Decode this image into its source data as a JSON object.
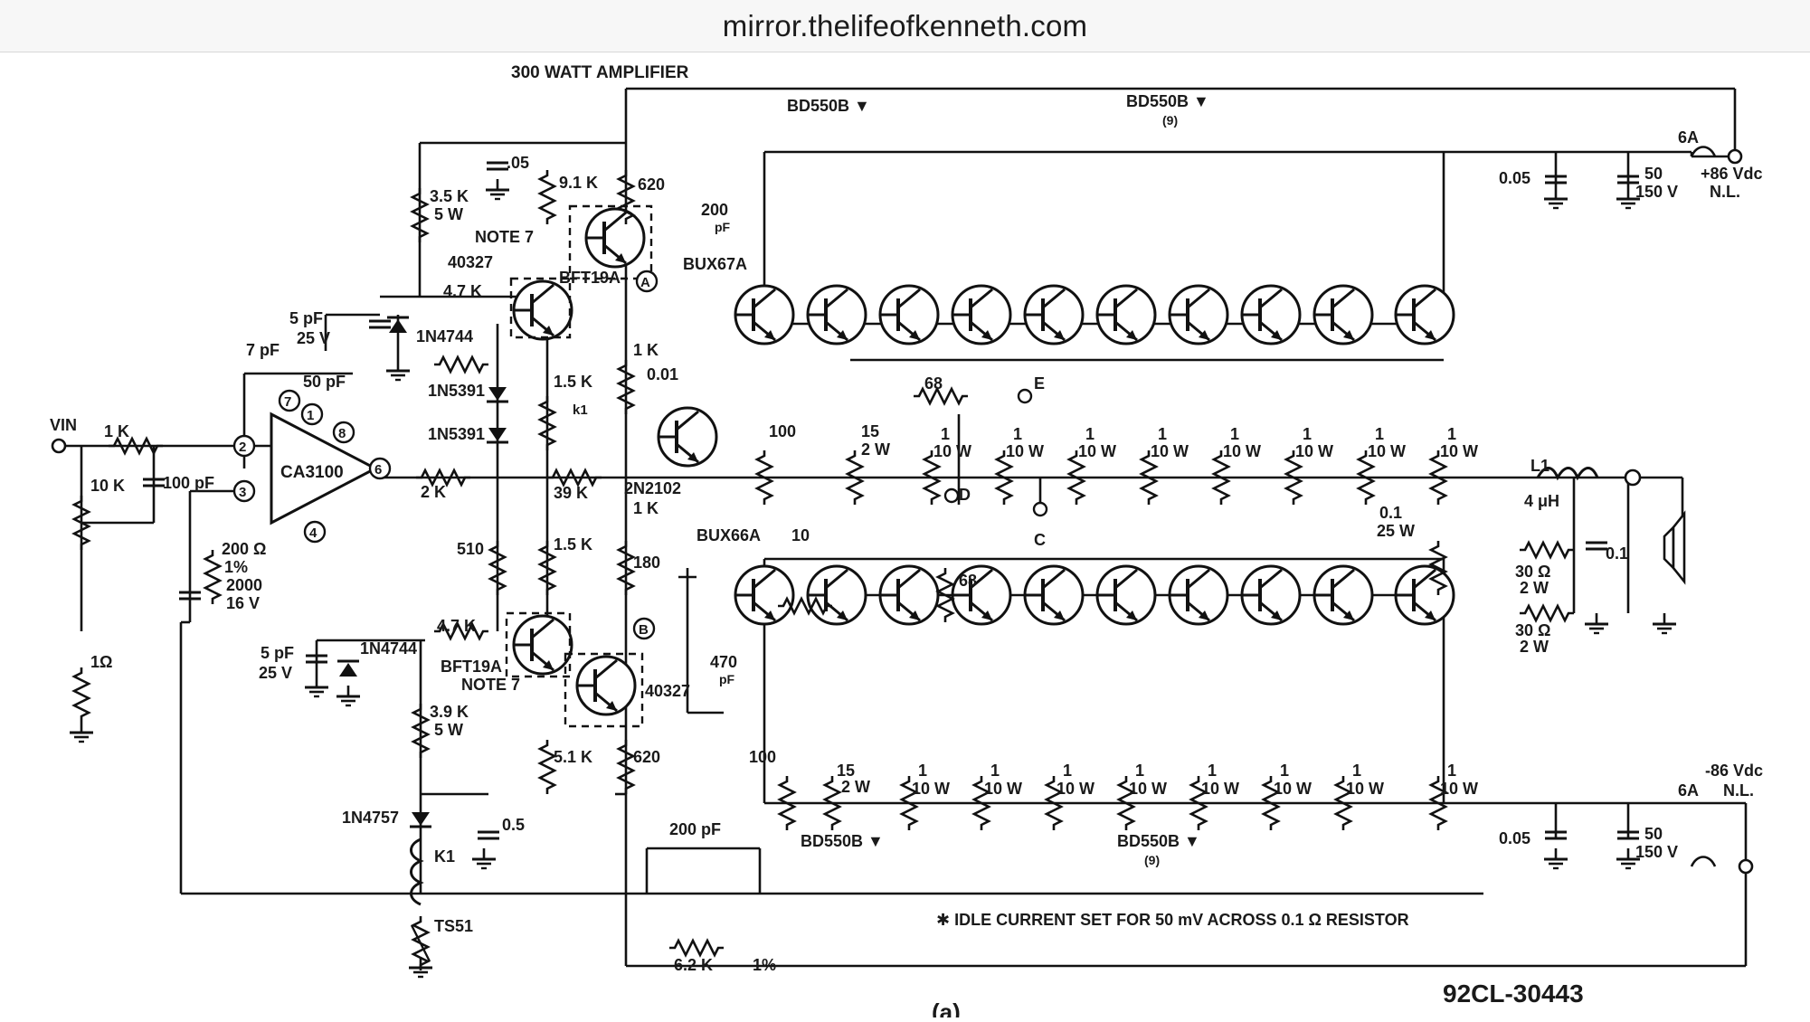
{
  "browser": {
    "address": "mirror.thelifeofkenneth.com"
  },
  "schematic": {
    "title": "300 WATT AMPLIFIER",
    "part_number": "92CL-30443",
    "figure_label": "(a)",
    "footnote": "✱ IDLE CURRENT SET FOR 50 mV ACROSS 0.1 Ω RESISTOR",
    "supply_positive": "+86 Vdc",
    "supply_negative": "-86 Vdc",
    "no_load": "N.L.",
    "fuse_rating": "6A",
    "input_label": "VIN",
    "opamp": "CA3100",
    "opamp_pins": [
      "2",
      "3",
      "4",
      "6",
      "7",
      "1",
      "8"
    ],
    "nodes": [
      "A",
      "B",
      "C",
      "D",
      "E"
    ],
    "transistors": {
      "driver_top": "BUX67A",
      "driver_bottom": "BUX66A",
      "predriver_top": "BFT19A",
      "predriver_bottom": "BFT19A",
      "bias": "2N2102",
      "device_40327_top": "40327",
      "device_40327_bottom": "40327",
      "output_group_top_single": "BD550B ▼",
      "output_group_top_multi": "BD550B ▼",
      "output_group_top_multi_count": "(9)",
      "output_group_bottom_single": "BD550B ▼",
      "output_group_bottom_multi": "BD550B ▼",
      "output_group_bottom_multi_count": "(9)"
    },
    "notes": {
      "top": "NOTE 7",
      "bottom": "NOTE 7"
    },
    "components": {
      "r_in_series": "1 K",
      "r_in_shunt": "10 K",
      "c_in": "100 pF",
      "r_gnd": "1Ω",
      "r_fb_200": "200 Ω",
      "r_fb_tol": "1%",
      "c_2000": "2000",
      "c_2000_v": "16 V",
      "c_7pf": "7 pF",
      "c_50pf": "50 pF",
      "c_5pf_top": "5 pF",
      "c_5pf_top_v": "25 V",
      "c_5pf_bot": "5 pF",
      "c_5pf_bot_v": "25 V",
      "r_3_5k": "3.5 K",
      "r_3_5k_w": "5 W",
      "c_05": ".05",
      "r_9_1k": "9.1 K",
      "r_620_top": "620",
      "r_4_7k_top": "4.7 K",
      "z_1n4744_top": "1N4744",
      "d_1n5391_a": "1N5391",
      "d_1n5391_b": "1N5391",
      "r_1_5k_a": "1.5 K",
      "r_1k_mid": "1 K",
      "c_0_01": "0.01",
      "k1_contact": "k1",
      "r_2k": "2 K",
      "r_39k": "39 K",
      "pot_1k": "1 K",
      "r_510": "510",
      "r_1_5k_b": "1.5 K",
      "r_180": "180",
      "r_4_7k_bot": "4.7 K",
      "z_1n4744_bot": "1N4744",
      "r_3_9k": "3.9 K",
      "r_3_9k_w": "5 W",
      "r_5_1k": "5.1 K",
      "r_620_bot": "620",
      "z_1n4757": "1N4757",
      "c_0_5": "0.5",
      "relay": "K1",
      "thermal": "TS51",
      "c_200pf_top": "200",
      "c_200pf_top_u": "pF",
      "c_470pf": "470",
      "c_470pf_u": "pF",
      "r_10_base": "10",
      "r_100_top": "100",
      "r_15_top": "15",
      "r_15_top_w": "2 W",
      "r_15_bot": "15",
      "r_15_bot_w": "2 W",
      "r_100_bot": "100",
      "r_68_top": "68",
      "r_68_bot": "68",
      "r_emitter": "1",
      "r_emitter_w": "10 W",
      "r_0_1": "0.1",
      "r_0_1_w": "25 W",
      "c_0_05_top": "0.05",
      "c_50_top": "50",
      "c_50_top_v": "150 V",
      "c_0_05_bot": "0.05",
      "c_50_bot": "50",
      "c_50_bot_v": "150 V",
      "l1": "L1",
      "l1_value": "4 μH",
      "r_30_a": "30 Ω",
      "r_30_a_w": "2 W",
      "r_30_b": "30 Ω",
      "r_30_b_w": "2 W",
      "c_0_1_out": "0.1",
      "c_200pf_fb": "200 pF",
      "r_6_2k": "6.2 K",
      "r_6_2k_tol": "1%"
    }
  }
}
